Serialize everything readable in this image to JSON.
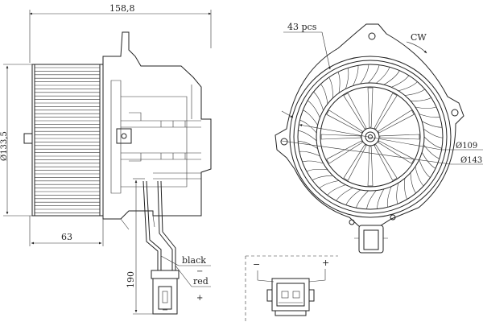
{
  "side_view": {
    "width_label": "158,8",
    "diameter_label": "Ø133,5",
    "depth_label": "63",
    "cable_length_label": "190",
    "wire_black_label": "black",
    "wire_red_label": "red",
    "minus_sign": "−",
    "plus_sign": "+"
  },
  "front_view": {
    "blades_label": "43 pcs",
    "rotation_label": "CW",
    "inner_diameter_label": "Ø109",
    "outer_diameter_label": "Ø143",
    "blade_count": 43
  },
  "connector_view": {
    "minus_sign": "−",
    "plus_sign": "+"
  }
}
